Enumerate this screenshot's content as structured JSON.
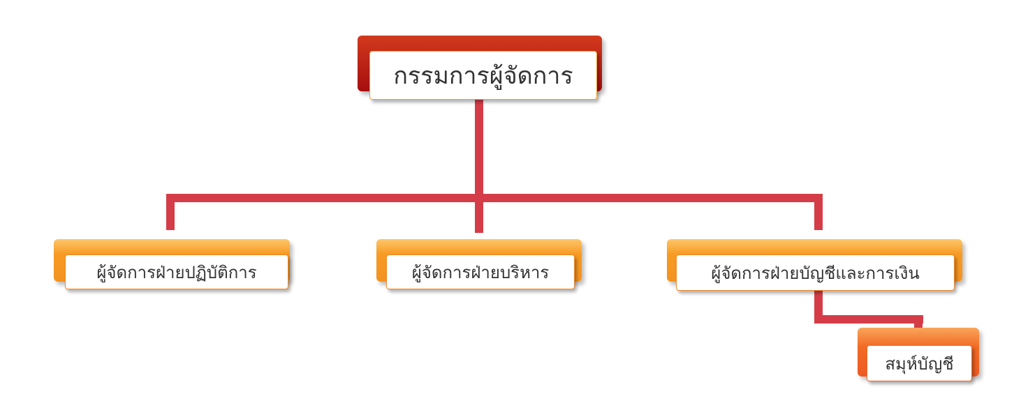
{
  "root": {
    "label": "กรรมการผู้จัดการ"
  },
  "departments": [
    {
      "label": "ผู้จัดการฝ่ายปฏิบัติการ"
    },
    {
      "label": "ผู้จัดการฝ่ายบริหาร"
    },
    {
      "label": "ผู้จัดการฝ่ายบัญชีและการเงิน"
    }
  ],
  "sub_nodes": [
    {
      "label": "สมุห์บัญชี",
      "parent": "ผู้จัดการฝ่ายบัญชีและการเงิน"
    }
  ],
  "colors": {
    "connector": "#d43d47",
    "root": "#a50e0e",
    "department": "#f39320",
    "sub": "#ee5a22"
  }
}
